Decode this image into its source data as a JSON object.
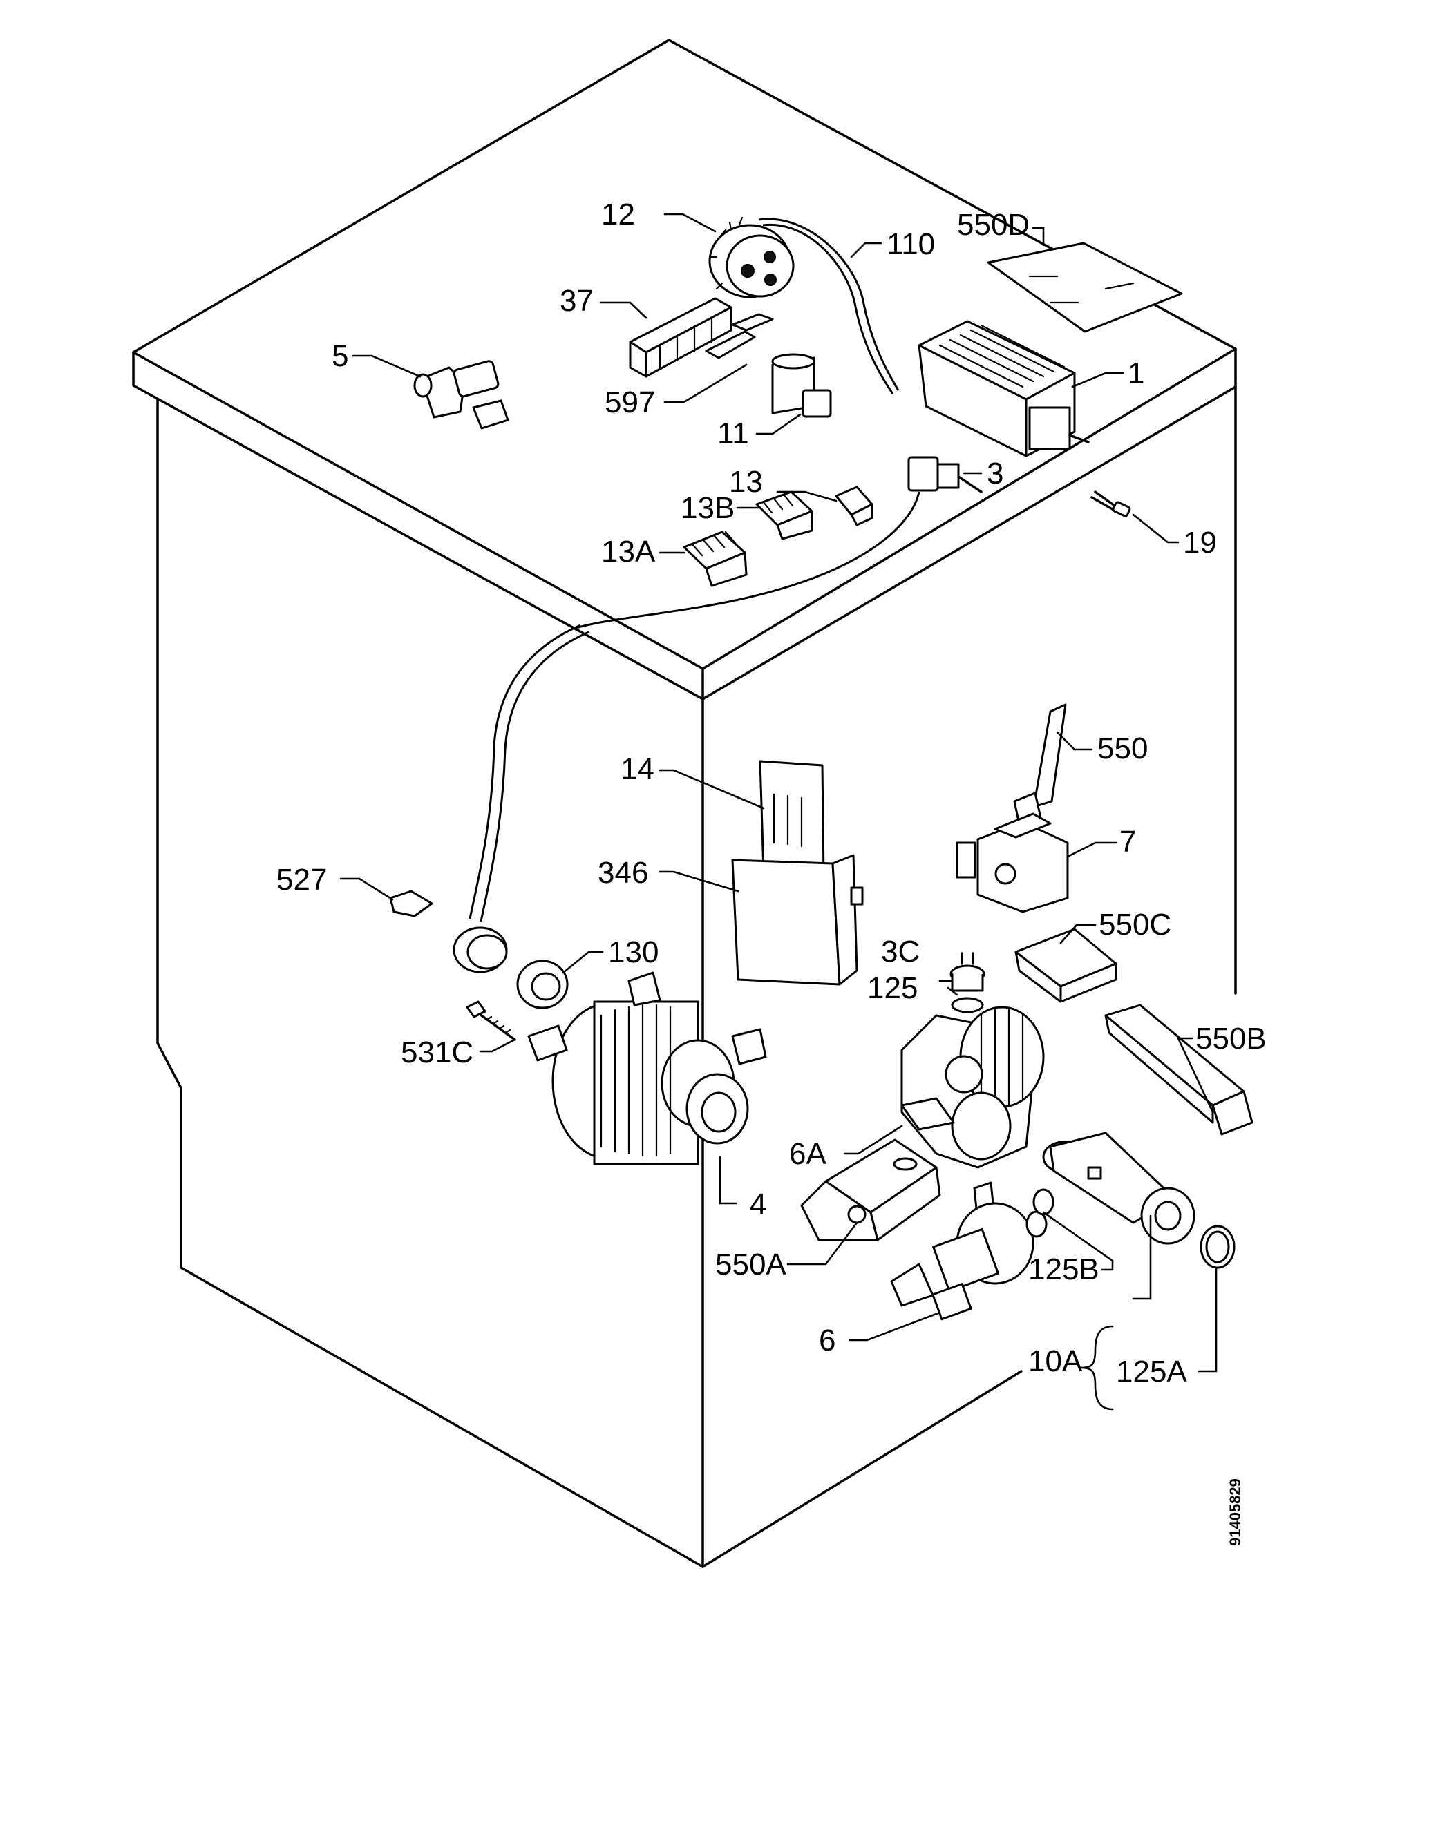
{
  "diagram": {
    "drawing_number": "91405829",
    "labels": [
      {
        "id": "550D",
        "text": "550D"
      },
      {
        "id": "12",
        "text": "12"
      },
      {
        "id": "110",
        "text": "110"
      },
      {
        "id": "37",
        "text": "37"
      },
      {
        "id": "5",
        "text": "5"
      },
      {
        "id": "1",
        "text": "1"
      },
      {
        "id": "597",
        "text": "597"
      },
      {
        "id": "11",
        "text": "11"
      },
      {
        "id": "3",
        "text": "3"
      },
      {
        "id": "13",
        "text": "13"
      },
      {
        "id": "13B",
        "text": "13B"
      },
      {
        "id": "19",
        "text": "19"
      },
      {
        "id": "13A",
        "text": "13A"
      },
      {
        "id": "550",
        "text": "550"
      },
      {
        "id": "14",
        "text": "14"
      },
      {
        "id": "7",
        "text": "7"
      },
      {
        "id": "346",
        "text": "346"
      },
      {
        "id": "527",
        "text": "527"
      },
      {
        "id": "550C",
        "text": "550C"
      },
      {
        "id": "130",
        "text": "130"
      },
      {
        "id": "3C",
        "text": "3C"
      },
      {
        "id": "125",
        "text": "125"
      },
      {
        "id": "531C",
        "text": "531C"
      },
      {
        "id": "550B",
        "text": "550B"
      },
      {
        "id": "6A",
        "text": "6A"
      },
      {
        "id": "4",
        "text": "4"
      },
      {
        "id": "550A",
        "text": "550A"
      },
      {
        "id": "125B",
        "text": "125B"
      },
      {
        "id": "10A",
        "text": "10A"
      },
      {
        "id": "6",
        "text": "6"
      },
      {
        "id": "125A",
        "text": "125A"
      }
    ]
  }
}
